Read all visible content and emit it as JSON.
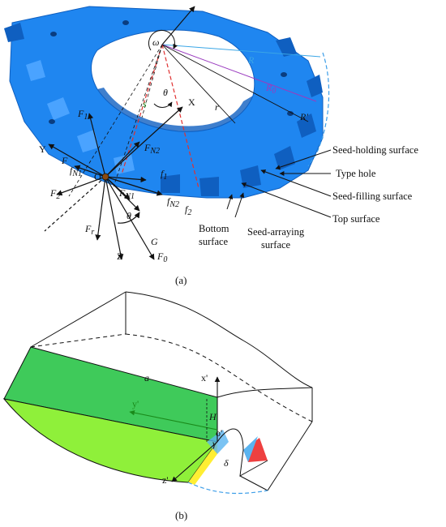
{
  "panel_a": {
    "caption": "(a)",
    "callouts": {
      "seed_holding": "Seed-holding surface",
      "type_hole": "Type hole",
      "seed_filling": "Seed-filling surface",
      "top_surface": "Top surface",
      "bottom_surface_1": "Bottom",
      "bottom_surface_2": "surface",
      "seed_arraying_1": "Seed-arraying",
      "seed_arraying_2": "surface"
    },
    "symbols": {
      "omega": "ω",
      "theta": "θ",
      "theta0": "θ",
      "s": "s",
      "R": "R",
      "R0": "R",
      "R0_sub": "0",
      "Rp": "R′",
      "r": "r",
      "X": "X",
      "Y": "Y",
      "Z": "Z",
      "O": "O",
      "F": "F",
      "F1": "F",
      "F1_sub": "1",
      "F2": "F",
      "F2_sub": "2",
      "FN1": "F",
      "FN1_sub": "N1",
      "FN2": "F",
      "FN2_sub": "N2",
      "Fr": "F",
      "Fr_sub": "r",
      "F0": "F",
      "F0_sub": "0",
      "G": "G",
      "fN1": "f",
      "fN1_sub": "N1",
      "fN2": "f",
      "fN2_sub": "N2",
      "f1": "f",
      "f1_sub": "1",
      "f2": "f",
      "f2_sub": "2"
    }
  },
  "panel_b": {
    "caption": "(b)",
    "symbols": {
      "a": "a",
      "x": "x'",
      "y": "y'",
      "z": "z'",
      "o": "o'",
      "H": "H",
      "gamma": "γ",
      "delta": "δ"
    }
  },
  "colors": {
    "disc": "#1f86f0",
    "disc_dark": "#0f5fc0",
    "disc_light": "#4aa3ff",
    "green_top": "#3fca5a",
    "green_side": "#8ff03a",
    "yellow": "#ffee33",
    "red_line": "#e03030",
    "R_line": "#3aa6e6",
    "R0_line": "#9a3bbf",
    "dash_blue": "#3d9ee8",
    "tri_red": "#ee4040",
    "tri_blue": "#5ab4f0",
    "y_axis": "#1a8a1a"
  }
}
